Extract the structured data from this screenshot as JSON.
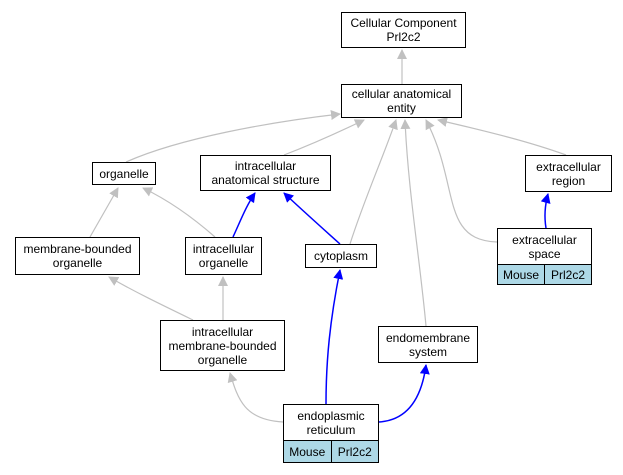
{
  "colors": {
    "gray_edge": "#c0c0c0",
    "blue_edge": "#0000ff",
    "tag_fill": "#add8e6"
  },
  "nodes": {
    "cellular_component": "Cellular Component\nPrl2c2",
    "cellular_anatomical_entity": "cellular anatomical\nentity",
    "organelle": "organelle",
    "intracellular_anatomical_structure": "intracellular\nanatomical structure",
    "extracellular_region": "extracellular\nregion",
    "membrane_bounded_organelle": "membrane-bounded\norganelle",
    "intracellular_organelle": "intracellular\norganelle",
    "cytoplasm": "cytoplasm",
    "extracellular_space": "extracellular\nspace",
    "intracellular_membrane_bounded_organelle": "intracellular\nmembrane-bounded\norganelle",
    "endomembrane_system": "endomembrane\nsystem",
    "endoplasmic_reticulum": "endoplasmic\nreticulum"
  },
  "tags": {
    "extracellular_space": [
      "Mouse",
      "Prl2c2"
    ],
    "endoplasmic_reticulum": [
      "Mouse",
      "Prl2c2"
    ]
  },
  "edges": [
    {
      "from": "cellular_anatomical_entity",
      "to": "cellular_component",
      "color": "gray"
    },
    {
      "from": "organelle",
      "to": "cellular_anatomical_entity",
      "color": "gray"
    },
    {
      "from": "intracellular_anatomical_structure",
      "to": "cellular_anatomical_entity",
      "color": "gray"
    },
    {
      "from": "extracellular_region",
      "to": "cellular_anatomical_entity",
      "color": "gray"
    },
    {
      "from": "cytoplasm",
      "to": "cellular_anatomical_entity",
      "color": "gray"
    },
    {
      "from": "endomembrane_system",
      "to": "cellular_anatomical_entity",
      "color": "gray"
    },
    {
      "from": "extracellular_space",
      "to": "cellular_anatomical_entity",
      "color": "gray"
    },
    {
      "from": "membrane_bounded_organelle",
      "to": "organelle",
      "color": "gray"
    },
    {
      "from": "intracellular_organelle",
      "to": "organelle",
      "color": "gray"
    },
    {
      "from": "intracellular_organelle",
      "to": "intracellular_anatomical_structure",
      "color": "blue"
    },
    {
      "from": "cytoplasm",
      "to": "intracellular_anatomical_structure",
      "color": "blue"
    },
    {
      "from": "extracellular_space",
      "to": "extracellular_region",
      "color": "blue"
    },
    {
      "from": "intracellular_membrane_bounded_organelle",
      "to": "membrane_bounded_organelle",
      "color": "gray"
    },
    {
      "from": "intracellular_membrane_bounded_organelle",
      "to": "intracellular_organelle",
      "color": "gray"
    },
    {
      "from": "endoplasmic_reticulum",
      "to": "intracellular_membrane_bounded_organelle",
      "color": "gray"
    },
    {
      "from": "endoplasmic_reticulum",
      "to": "cytoplasm",
      "color": "blue"
    },
    {
      "from": "endoplasmic_reticulum",
      "to": "endomembrane_system",
      "color": "blue"
    }
  ]
}
